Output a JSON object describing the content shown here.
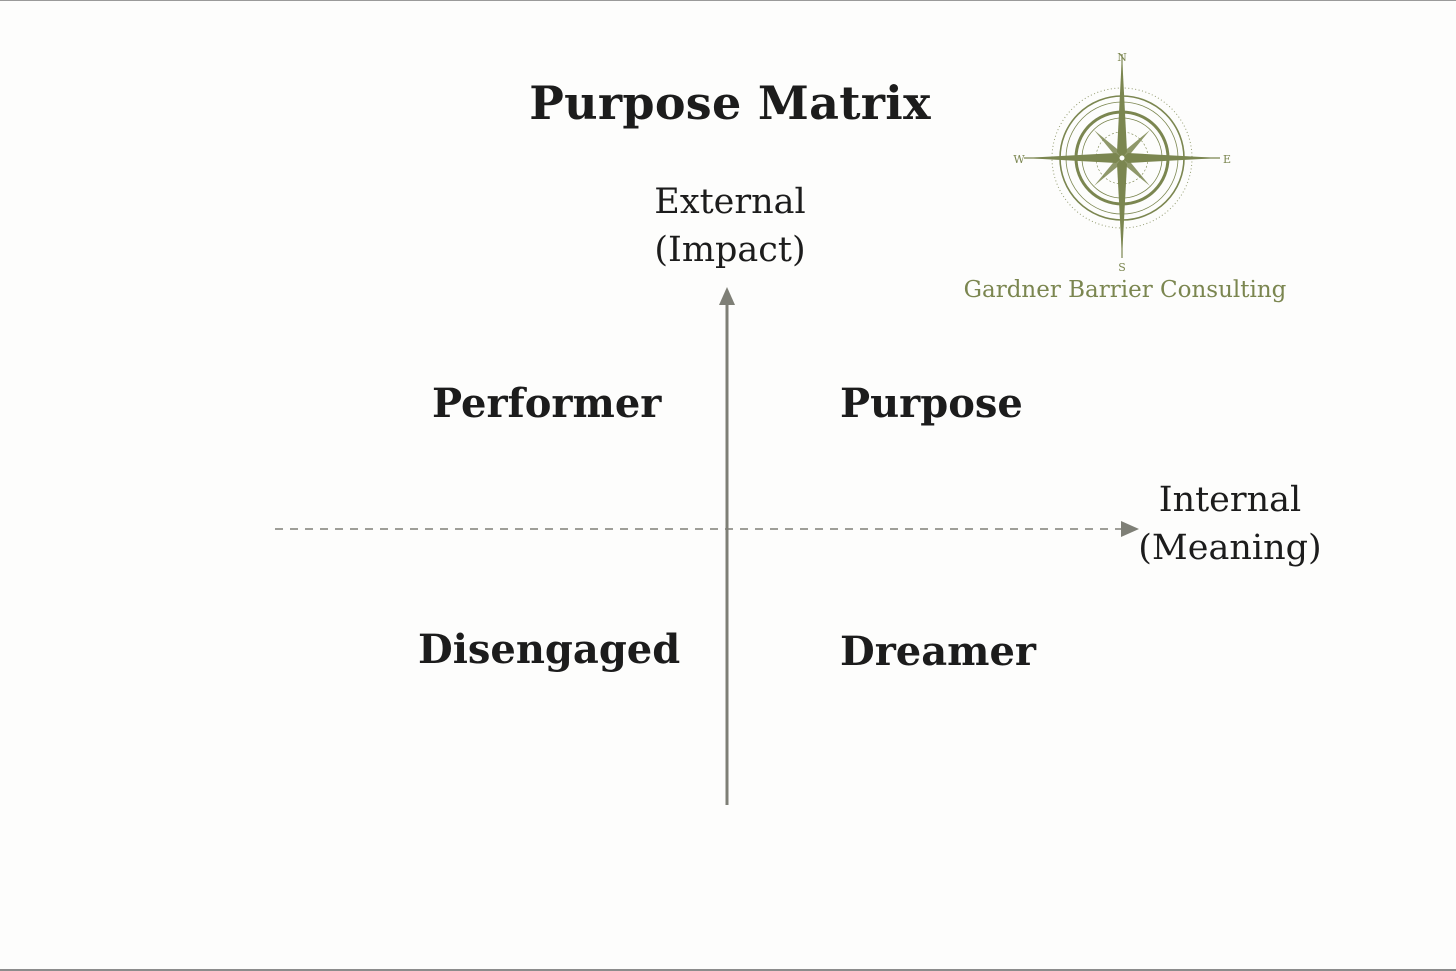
{
  "title": "Purpose Matrix",
  "y_axis": {
    "line1": "External",
    "line2": "(Impact)"
  },
  "x_axis": {
    "line1": "Internal",
    "line2": "(Meaning)"
  },
  "quadrants": {
    "top_left": "Performer",
    "top_right": "Purpose",
    "bottom_left": "Disengaged",
    "bottom_right": "Dreamer"
  },
  "logo": {
    "icon": "compass-rose-icon",
    "company": "Gardner Barrier Consulting",
    "compass": {
      "n": "N",
      "e": "E",
      "s": "S",
      "w": "W"
    }
  },
  "colors": {
    "axis": "#7e7f76",
    "logo_green": "#7b8650",
    "text": "#1c1c1c"
  }
}
